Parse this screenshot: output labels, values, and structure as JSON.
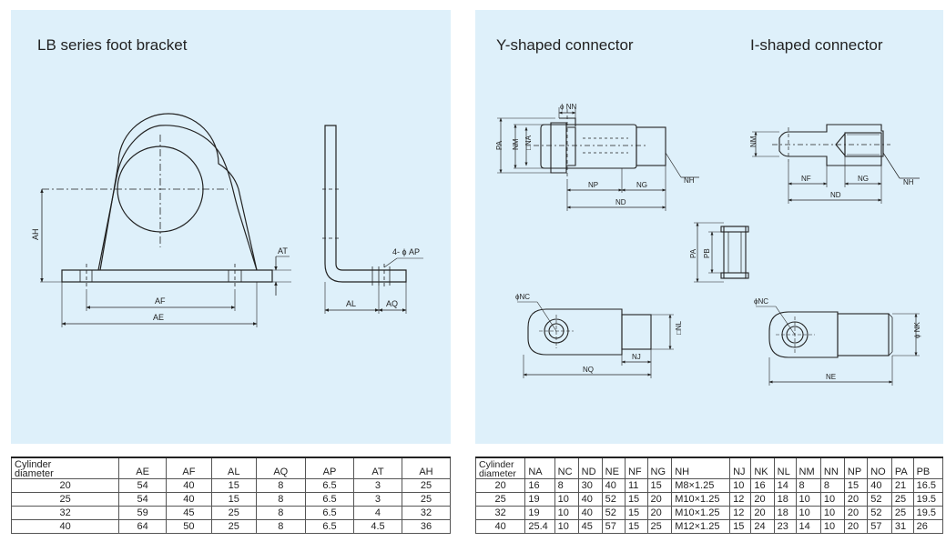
{
  "left_panel": {
    "title": "LB series foot bracket",
    "labels": {
      "ah": "AH",
      "at": "AT",
      "af": "AF",
      "ae": "AE",
      "al": "AL",
      "aq": "AQ",
      "ap": "4- ϕ AP"
    }
  },
  "right_panel": {
    "title_y": "Y-shaped connector",
    "title_i": "I-shaped connector",
    "labels": {
      "nn": "ϕ NN",
      "nm": "NM",
      "na": "□NA",
      "pa": "PA",
      "np": "NP",
      "ng": "NG",
      "nd": "ND",
      "nh": "NH",
      "pb": "PB",
      "nc": "ϕNC",
      "nl": "□NL",
      "nj": "NJ",
      "nq": "NQ",
      "nk": "ϕ NK",
      "nf": "NF",
      "ne": "NE"
    }
  },
  "left_table": {
    "headers": [
      "Cylinder",
      "diameter",
      "AE",
      "AF",
      "AL",
      "AQ",
      "AP",
      "AT",
      "AH"
    ],
    "rows": [
      [
        "20",
        "54",
        "40",
        "15",
        "8",
        "6.5",
        "3",
        "25"
      ],
      [
        "25",
        "54",
        "40",
        "15",
        "8",
        "6.5",
        "3",
        "25"
      ],
      [
        "32",
        "59",
        "45",
        "25",
        "8",
        "6.5",
        "4",
        "32"
      ],
      [
        "40",
        "64",
        "50",
        "25",
        "8",
        "6.5",
        "4.5",
        "36"
      ]
    ]
  },
  "right_table": {
    "headers": [
      "Cylinder",
      "diameter",
      "NA",
      "NC",
      "ND",
      "NE",
      "NF",
      "NG",
      "NH",
      "NJ",
      "NK",
      "NL",
      "NM",
      "NN",
      "NP",
      "NO",
      "PA",
      "PB"
    ],
    "rows": [
      [
        "20",
        "16",
        "8",
        "30",
        "40",
        "11",
        "15",
        "M8×1.25",
        "10",
        "16",
        "14",
        "8",
        "8",
        "15",
        "40",
        "21",
        "16.5"
      ],
      [
        "25",
        "19",
        "10",
        "40",
        "52",
        "15",
        "20",
        "M10×1.25",
        "12",
        "20",
        "18",
        "10",
        "10",
        "20",
        "52",
        "25",
        "19.5"
      ],
      [
        "32",
        "19",
        "10",
        "40",
        "52",
        "15",
        "20",
        "M10×1.25",
        "12",
        "20",
        "18",
        "10",
        "10",
        "20",
        "52",
        "25",
        "19.5"
      ],
      [
        "40",
        "25.4",
        "10",
        "45",
        "57",
        "15",
        "25",
        "M12×1.25",
        "15",
        "24",
        "23",
        "14",
        "10",
        "20",
        "57",
        "31",
        "26"
      ]
    ]
  }
}
